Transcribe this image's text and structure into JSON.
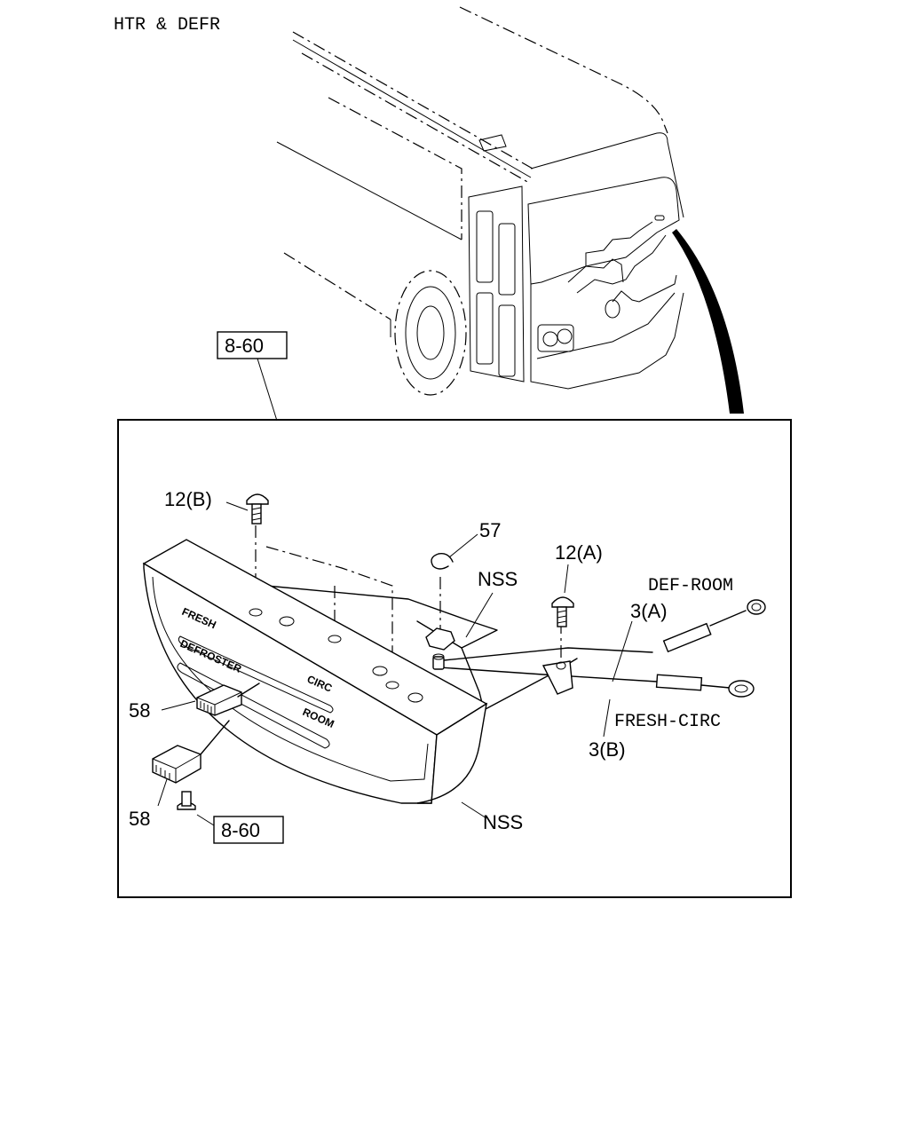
{
  "title": "HTR & DEFR",
  "labels": {
    "ref_top": "8-60",
    "ref_bottom": "8-60",
    "part_12b": "12(B)",
    "part_12a": "12(A)",
    "part_57": "57",
    "nss_top": "NSS",
    "nss_bottom": "NSS",
    "def_room": "DEF-ROOM",
    "part_3a": "3(A)",
    "fresh_circ": "FRESH-CIRC",
    "part_3b": "3(B)",
    "part_58_top": "58",
    "part_58_bottom": "58"
  },
  "panel_text": {
    "fresh": "FRESH",
    "defroster": "DEFROSTER",
    "circ": "CIRC",
    "room": "ROOM"
  }
}
